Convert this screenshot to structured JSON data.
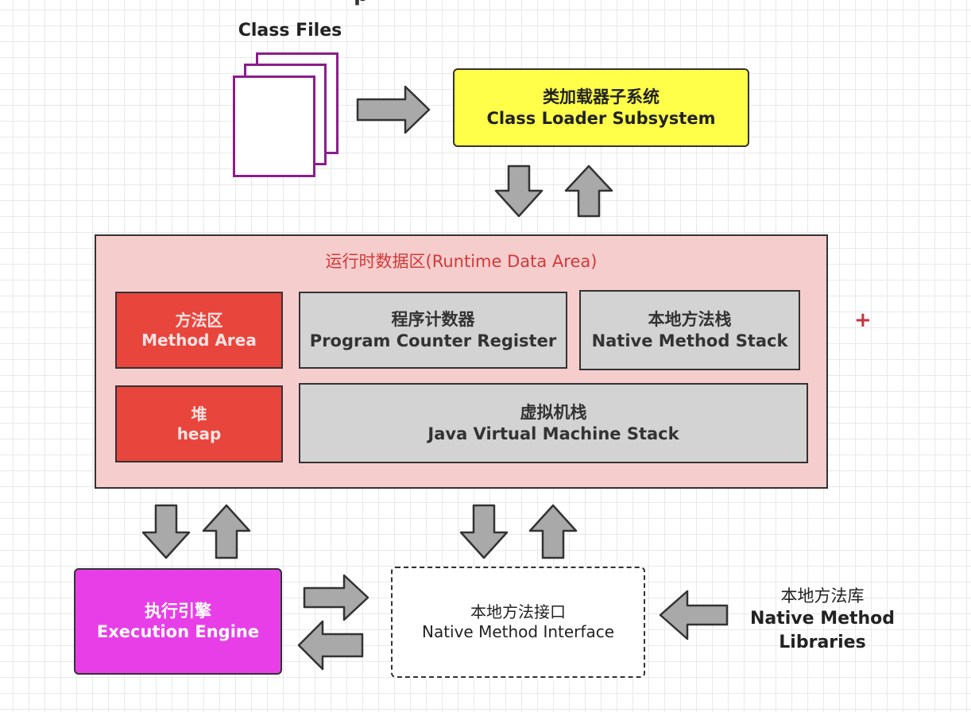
{
  "header": {
    "title_fragment": "p"
  },
  "class_files": {
    "label": "Class Files"
  },
  "class_loader": {
    "cn": "类加载器子系统",
    "en": "Class Loader Subsystem"
  },
  "runtime_data_area": {
    "title": "运行时数据区(Runtime Data Area)",
    "method_area": {
      "cn": "方法区",
      "en": "Method Area"
    },
    "program_counter": {
      "cn": "程序计数器",
      "en": "Program Counter Register"
    },
    "native_method_stack": {
      "cn": "本地方法栈",
      "en": "Native Method Stack"
    },
    "heap": {
      "cn": "堆",
      "en": "heap"
    },
    "jvm_stack": {
      "cn": "虚拟机栈",
      "en": "Java Virtual Machine Stack"
    }
  },
  "execution_engine": {
    "cn": "执行引擎",
    "en": "Execution Engine"
  },
  "native_interface": {
    "cn": "本地方法接口",
    "en": "Native Method Interface"
  },
  "native_libraries": {
    "cn": "本地方法库",
    "en_line1": "Native Method",
    "en_line2": "Libraries"
  },
  "annotation": {
    "plus": "+"
  },
  "colors": {
    "class_loader": "#ffff4a",
    "runtime_area": "#f6cdcd",
    "runtime_title": "#d03a3a",
    "red_region": "#e8453c",
    "gray_region": "#d3d3d3",
    "execution_engine": "#e83ee8",
    "file_border": "#8b1d8b",
    "arrow_fill": "#a9a9a9"
  },
  "icons": {
    "arrow": "block-arrow-icon",
    "file": "document-icon"
  }
}
